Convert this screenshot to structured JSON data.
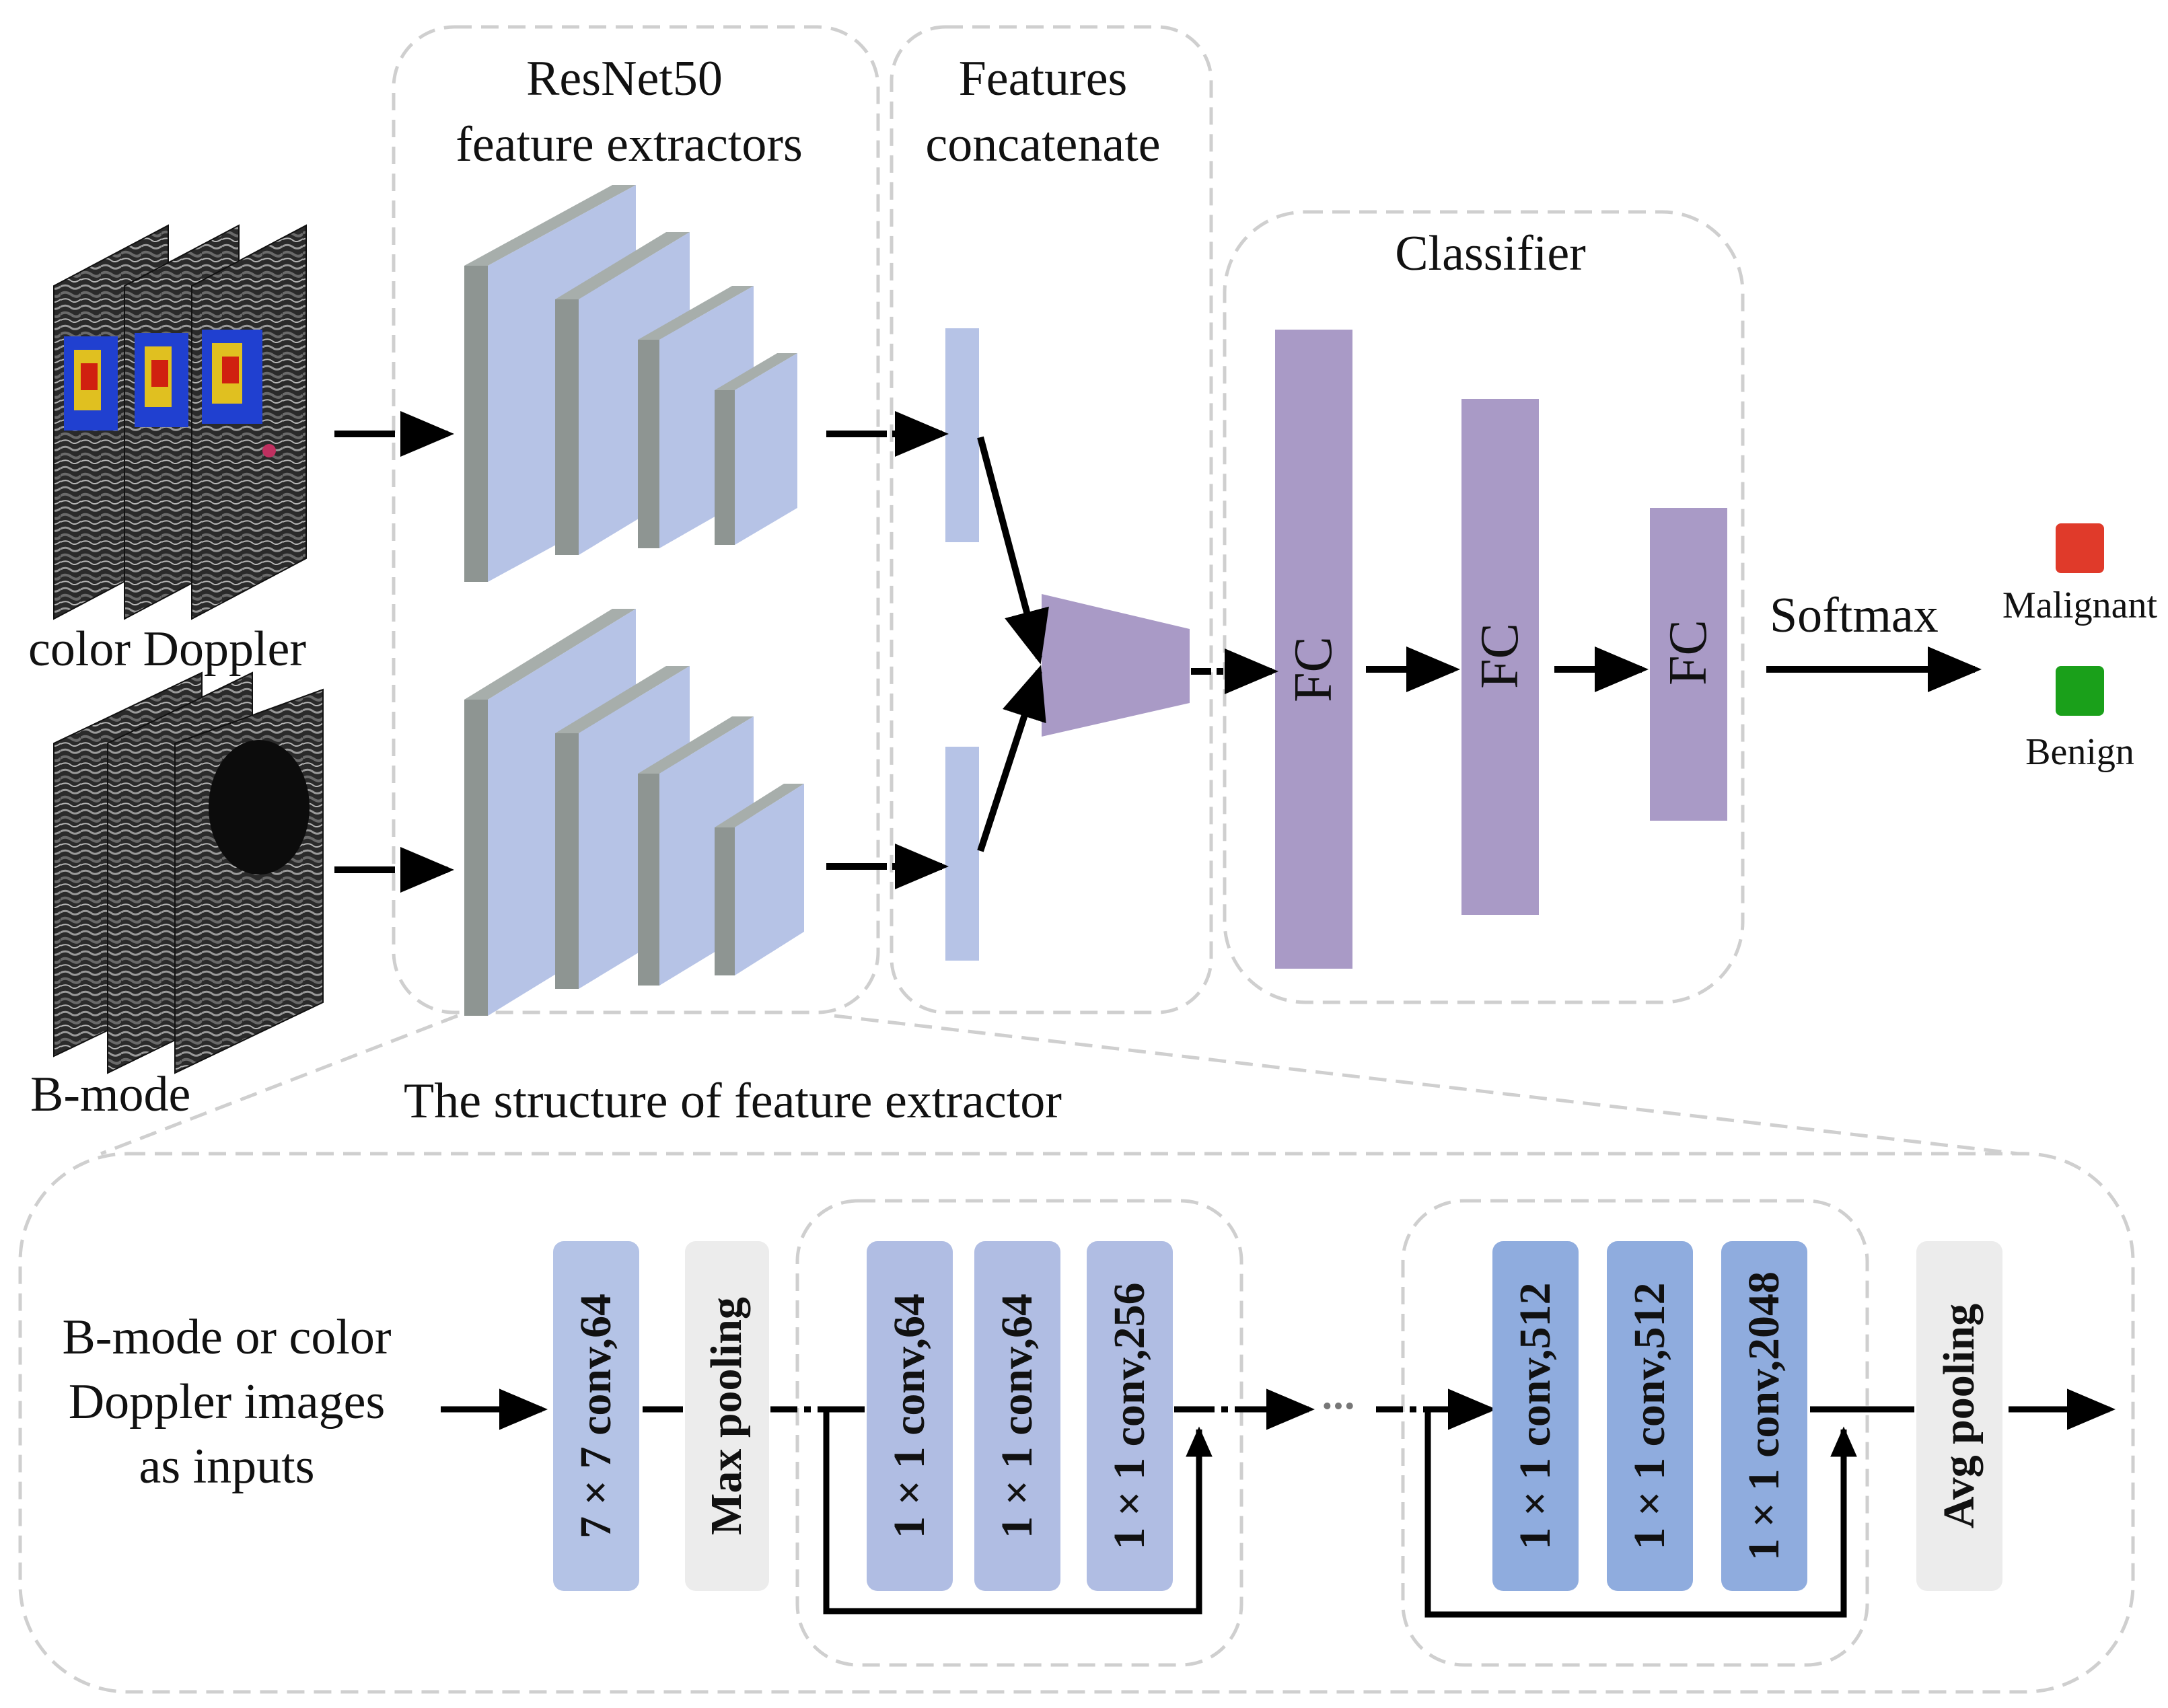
{
  "top": {
    "resnet_title": [
      "ResNet50",
      "feature extractors"
    ],
    "concat_title": [
      "Features",
      "concatenate"
    ],
    "classifier_title": "Classifier",
    "input_doppler_label": "color Doppler",
    "input_bmode_label": "B-mode",
    "fc_labels": [
      "FC",
      "FC",
      "FC"
    ],
    "softmax_label": "Softmax",
    "outputs": [
      {
        "label": "Malignant",
        "color": "#e03a2a"
      },
      {
        "label": "Benign",
        "color": "#1aa01a"
      }
    ]
  },
  "bottom": {
    "title": "The structure of feature extractor",
    "input_label": [
      "B-mode or color",
      "Doppler images",
      "as inputs"
    ],
    "blocks": [
      "7 × 7 conv,64",
      "Max pooling",
      "1 × 1 conv,64",
      "1 × 1 conv,64",
      "1 × 1 conv,256",
      "1 × 1 conv,512",
      "1 × 1 conv,512",
      "1 × 1 conv,2048",
      "Avg pooling"
    ],
    "ellipsis": "•••"
  },
  "colors": {
    "layer_face": "#b6c3e6",
    "layer_side": "#8e9592",
    "fc_block": "#a99ac6",
    "conv_light": "#b0bde3",
    "conv_dark": "#8facde",
    "pooling": "#ececec",
    "dashed_border": "#cfcfcf"
  }
}
